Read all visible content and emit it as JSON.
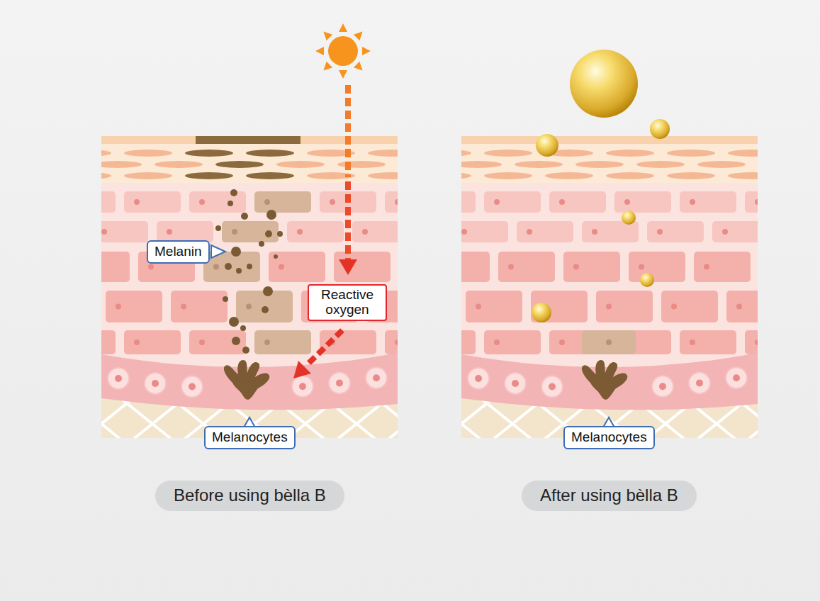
{
  "diagram": {
    "nodes": [
      {
        "text": [
          "Melanin"
        ]
      },
      {
        "text": [
          "Reactive oxygen"
        ]
      },
      {
        "text": [
          "Melanocytes"
        ]
      },
      {
        "text": [
          "Melanocytes"
        ]
      },
      {
        "text": [
          "Before using bèlla B"
        ]
      },
      {
        "text": [
          "After using bèlla B"
        ]
      }
    ]
  }
}
